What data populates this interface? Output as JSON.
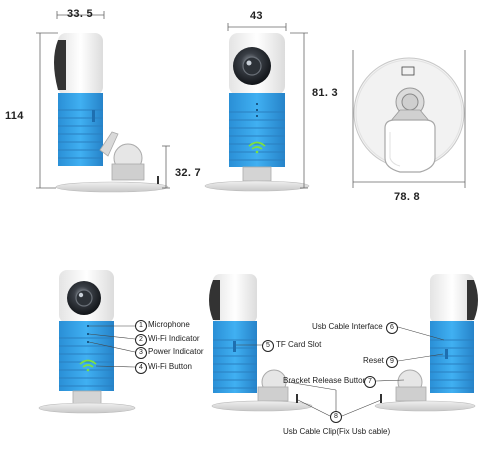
{
  "dimensions": {
    "width_left": "33. 5",
    "height_left": "114",
    "bracket_height": "32. 7",
    "width_front": "43",
    "height_front": "81. 3",
    "base_diameter": "78. 8"
  },
  "callouts": [
    {
      "num": "1",
      "label": "Microphone"
    },
    {
      "num": "2",
      "label": "Wi-Fi Indicator"
    },
    {
      "num": "3",
      "label": "Power Indicator"
    },
    {
      "num": "4",
      "label": "Wi-Fi Button"
    },
    {
      "num": "5",
      "label": "TF Card Slot"
    },
    {
      "num": "6",
      "label": "Usb Cable Interface"
    },
    {
      "num": "7",
      "label": "Bracket Release Button"
    },
    {
      "num": "8",
      "label": "Usb Cable Clip(Fix Usb cable)"
    },
    {
      "num": "9",
      "label": "Reset"
    }
  ],
  "colors": {
    "body_blue": "#2e9fe6",
    "body_white": "#f2f2f2",
    "base_grey": "#d8d8d8",
    "line": "#666666"
  }
}
